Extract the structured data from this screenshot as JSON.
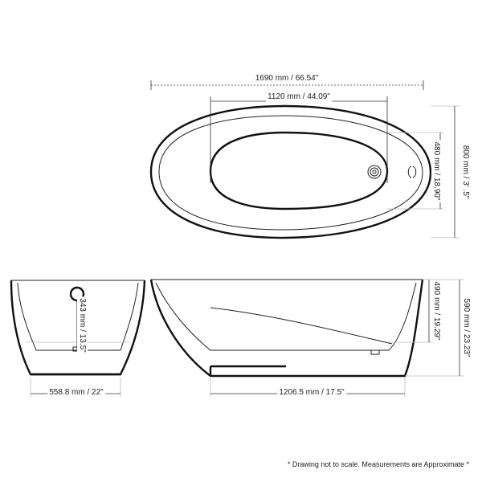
{
  "dimensions": {
    "overall_length": "1690 mm / 66.54\"",
    "inner_length": "1120 mm / 44.09\"",
    "overall_width": "800 mm / 3' .5\"",
    "inner_width": "480 mm / 18.90\"",
    "drain_height": "343 mm / 13.5\"",
    "base_width": "558.8 mm / 22\"",
    "base_length": "1206.5 mm / 17.5\"",
    "inner_depth": "490 mm / 19.29\"",
    "overall_height": "590 mm / 23.23\""
  },
  "footnote": "* Drawing not to scale. Measurements are Approximate *"
}
